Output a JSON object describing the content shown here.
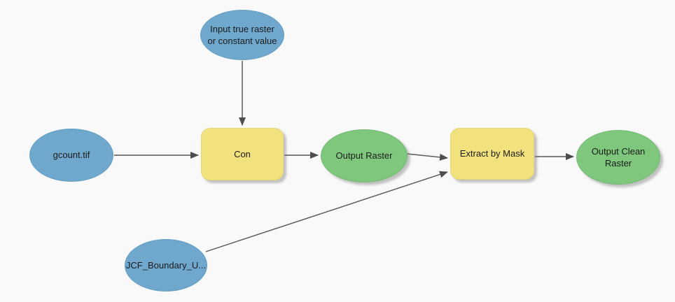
{
  "diagram": {
    "type": "geoprocessing-model-flowchart",
    "background_color": "#F9F9F9",
    "connector_color": "#555555",
    "colors": {
      "input_variable": "#6FA8CC",
      "tool": "#F2E27E",
      "output_variable": "#7EC77C",
      "text": "#1B1B1B"
    }
  },
  "nodes": [
    {
      "id": "input-true-raster",
      "kind": "input-variable",
      "shape": "ellipse",
      "label": "Input true raster or constant value",
      "color": "#6FA8CC"
    },
    {
      "id": "gcount-tif",
      "kind": "input-variable",
      "shape": "ellipse",
      "label": "gcount.tif",
      "color": "#6FA8CC"
    },
    {
      "id": "con",
      "kind": "tool",
      "shape": "rounded-rect",
      "label": "Con",
      "color": "#F2E27E"
    },
    {
      "id": "output-raster",
      "kind": "output-variable",
      "shape": "ellipse",
      "label": "Output Raster",
      "color": "#7EC77C"
    },
    {
      "id": "extract-by-mask",
      "kind": "tool",
      "shape": "rounded-rect",
      "label": "Extract by Mask",
      "color": "#F2E27E"
    },
    {
      "id": "output-clean-raster",
      "kind": "output-variable",
      "shape": "ellipse",
      "label": "Output Clean Raster",
      "color": "#7EC77C"
    },
    {
      "id": "jcf-boundary",
      "kind": "input-variable",
      "shape": "ellipse",
      "label": "JCF_Boundary_U...",
      "color": "#6FA8CC"
    }
  ],
  "edges": [
    {
      "from": "input-true-raster",
      "to": "con"
    },
    {
      "from": "gcount-tif",
      "to": "con"
    },
    {
      "from": "con",
      "to": "output-raster"
    },
    {
      "from": "output-raster",
      "to": "extract-by-mask"
    },
    {
      "from": "jcf-boundary",
      "to": "extract-by-mask"
    },
    {
      "from": "extract-by-mask",
      "to": "output-clean-raster"
    }
  ]
}
